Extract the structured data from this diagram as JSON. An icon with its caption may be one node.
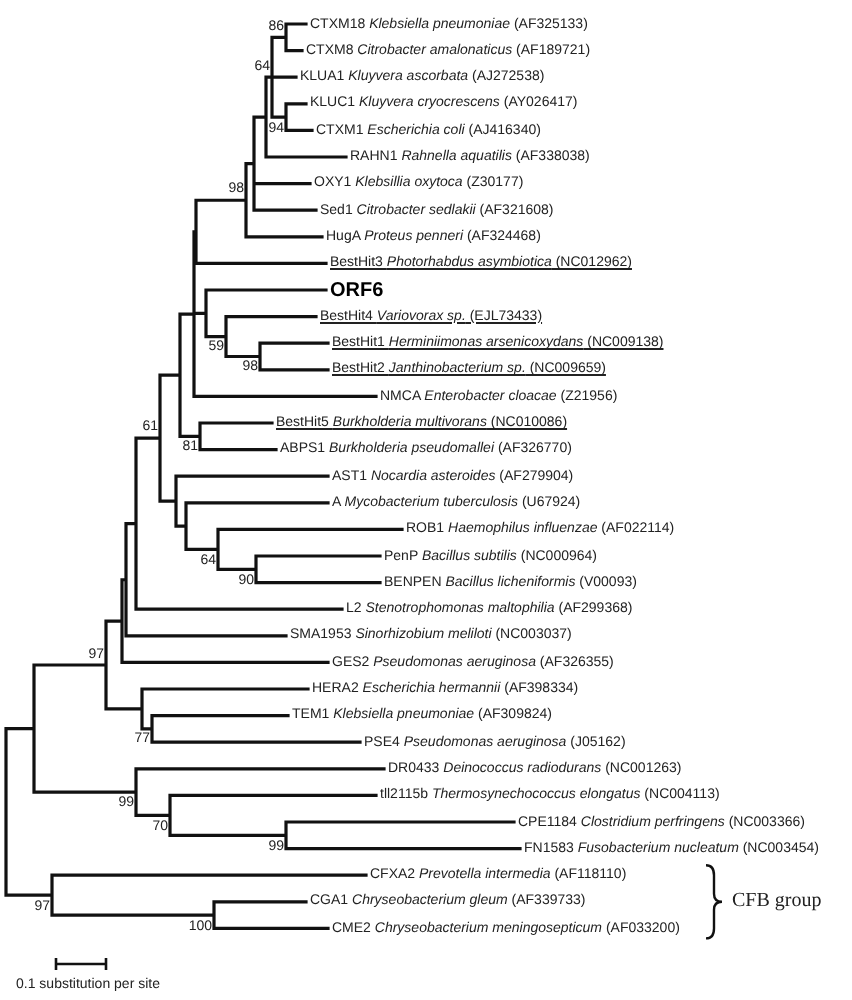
{
  "diagram": {
    "labels": [
      "86",
      "CTXM18 *Klebsiella pneumoniae* (AF325133)",
      "CTXM8 *Citrobacter amalonaticus* (AF189721)",
      "64",
      "KLUA1 *Kluyvera ascorbata* (AJ272538)",
      "KLUC1 *Kluyvera cryocrescens* (AY026417)",
      "94",
      "CTXM1 *Escherichia coli* (AJ416340)",
      "RAHN1 *Rahnella aquatilis* (AF338038)",
      "98",
      "OXY1 *Klebsillia oxytoca* (Z30177)",
      "Sed1 *Citrobacter sedlakii* (AF321608)",
      "HugA *Proteus penneri* (AF324468)",
      "BestHit3 *Photorhabdus asymbiotica* (NC012962)",
      "ORF6",
      "BestHit4 *Variovorax sp.* (EJL73433)",
      "59",
      "BestHit1 *Herminiimonas arsenicoxydans* (NC009138)",
      "98",
      "BestHit2 *Janthinobacterium sp.* (NC009659)",
      "NMCA *Enterobacter cloacae* (Z21956)",
      "61",
      "BestHit5 *Burkholderia multivorans* (NC010086)",
      "81",
      "ABPS1 *Burkholderia pseudomallei* (AF326770)",
      "AST1 *Nocardia asteroides* (AF279904)",
      "A *Mycobacterium tuberculosis* (U67924)",
      "ROB1 *Haemophilus influenzae* (AF022114)",
      "64",
      "PenP *Bacillus subtilis* (NC000964)",
      "90",
      "BENPEN *Bacillus licheniformis* (V00093)",
      "L2 *Stenotrophomonas maltophilia* (AF299368)",
      "SMA1953 *Sinorhizobium meliloti* (NC003037)",
      "97",
      "GES2 *Pseudomonas aeruginosa* (AF326355)",
      "HERA2 *Escherichia hermannii* (AF398334)",
      "TEM1 *Klebsiella pneumoniae* (AF309824)",
      "77",
      "PSE4 *Pseudomonas aeruginosa* (J05162)",
      "DR0433 *Deinococcus radiodurans* (NC001263)",
      "tll2115b *Thermosynechococcus elongatus* (NC004113)",
      "99",
      "70",
      "CPE1184 *Clostridium perfringens* (NC003366)",
      "99",
      "FN1583 *Fusobacterium nucleatum* (NC003454)",
      "CFXA2 *Prevotella intermedia* (AF118110)",
      "CGA1 *Chryseobacterium gleum* (AF339733)",
      "CFB group",
      "97",
      "100",
      "CME2 *Chryseobacterium meningosepticum* (AF033200)",
      "0.1 substitution per site"
    ]
  }
}
